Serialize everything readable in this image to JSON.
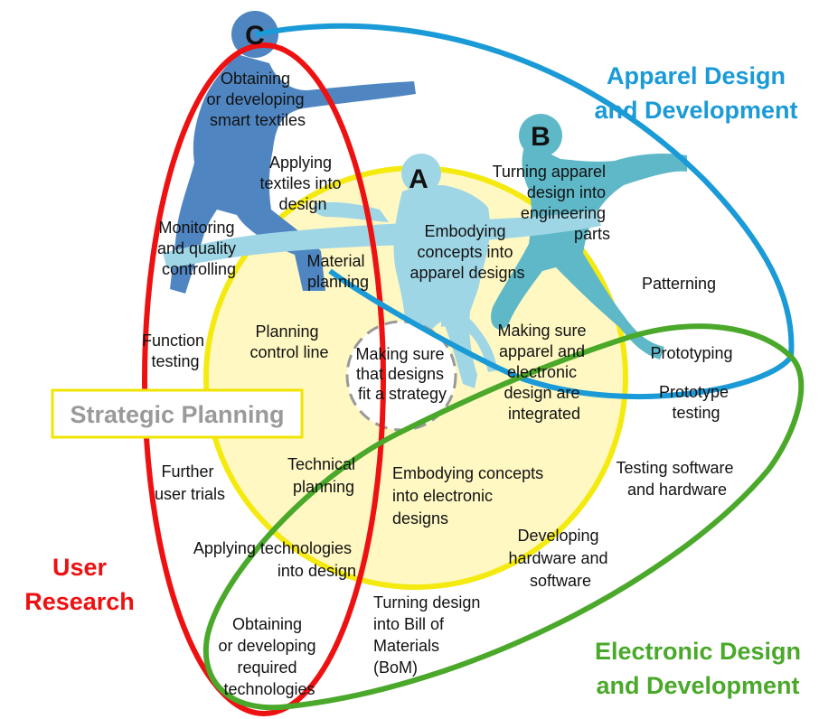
{
  "colors": {
    "user_research": "#ee1111",
    "apparel": "#1a9ad6",
    "electronic": "#4aa82a",
    "strategic_text": "#9a9a9a",
    "strategic_border": "#f0e400",
    "core_fill": "#fff8c2",
    "core_border": "#f4ea10",
    "figure_a": "#9fd6e6",
    "figure_b": "#5fb8c8",
    "figure_c": "#4f86c2"
  },
  "regions": {
    "apparel": [
      "Apparel Design",
      "and Development"
    ],
    "electronic": [
      "Electronic Design",
      "and Development"
    ],
    "user_research": [
      "User",
      "Research"
    ],
    "strategic": "Strategic Planning"
  },
  "figures": {
    "a": "A",
    "b": "B",
    "c": "C"
  },
  "center": [
    "Making sure",
    "that designs",
    "fit a strategy"
  ],
  "activities": {
    "smart_textiles": [
      "Obtaining",
      "or developing",
      "smart textiles"
    ],
    "applying_textiles": [
      "Applying",
      "textiles into",
      "design"
    ],
    "turning_apparel": [
      "Turning apparel",
      "design into",
      "engineering",
      "parts"
    ],
    "monitoring": [
      "Monitoring",
      "and quality",
      "controlling"
    ],
    "embodying_apparel": [
      "Embodying",
      "concepts into",
      "apparel designs"
    ],
    "material_planning": [
      "Material",
      "planning"
    ],
    "patterning": "Patterning",
    "function_testing": [
      "Function",
      "testing"
    ],
    "control_line": [
      "Planning",
      "control line"
    ],
    "integrated": [
      "Making sure",
      "apparel and",
      "electronic",
      "design are",
      "integrated"
    ],
    "prototyping": "Prototyping",
    "prototype_testing": [
      "Prototype",
      "testing"
    ],
    "further_trials": [
      "Further",
      "user trials"
    ],
    "technical_planning": [
      "Technical",
      "planning"
    ],
    "embodying_electronic": [
      "Embodying concepts",
      "into electronic",
      "designs"
    ],
    "testing_sw_hw": [
      "Testing software",
      "and hardware"
    ],
    "developing_hw_sw": [
      "Developing",
      "hardware and",
      "software"
    ],
    "applying_technologies": [
      "Applying technologies",
      "into design"
    ],
    "bom": [
      "Turning design",
      "into Bill of",
      "Materials",
      "(BoM)"
    ],
    "required_tech": [
      "Obtaining",
      "or developing",
      "required",
      "technologies"
    ]
  }
}
